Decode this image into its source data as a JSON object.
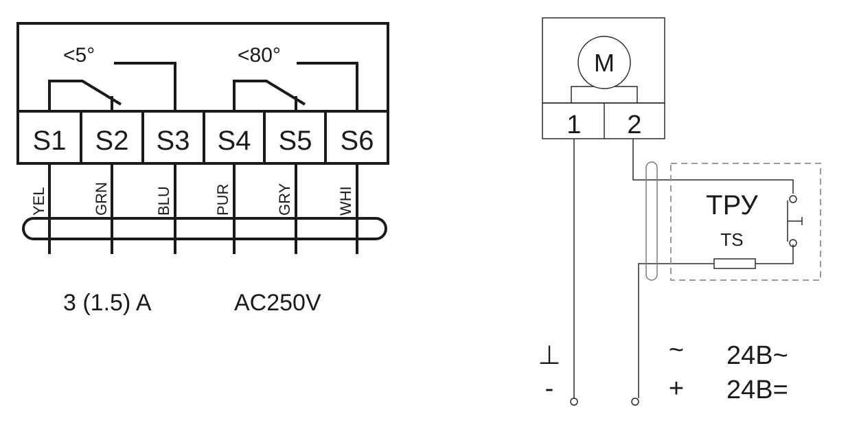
{
  "switch_block": {
    "terminals": [
      "S1",
      "S2",
      "S3",
      "S4",
      "S5",
      "S6"
    ],
    "wire_colors": [
      "YEL",
      "GRN",
      "BLU",
      "PUR",
      "GRY",
      "WHI"
    ],
    "switch_1_angle": "<5°",
    "switch_2_angle": "<80°",
    "current_rating": "3 (1.5) A",
    "voltage_rating": "AC250V"
  },
  "motor_block": {
    "motor_symbol": "M",
    "terminals": [
      "1",
      "2"
    ]
  },
  "thermostat": {
    "title": "ТРУ",
    "subtitle": "TS"
  },
  "supply": {
    "ground_symbol": "⊥",
    "ac_symbol": "~",
    "ac_voltage": "24В~",
    "minus_symbol": "-",
    "plus_symbol": "+",
    "dc_voltage": "24В="
  }
}
